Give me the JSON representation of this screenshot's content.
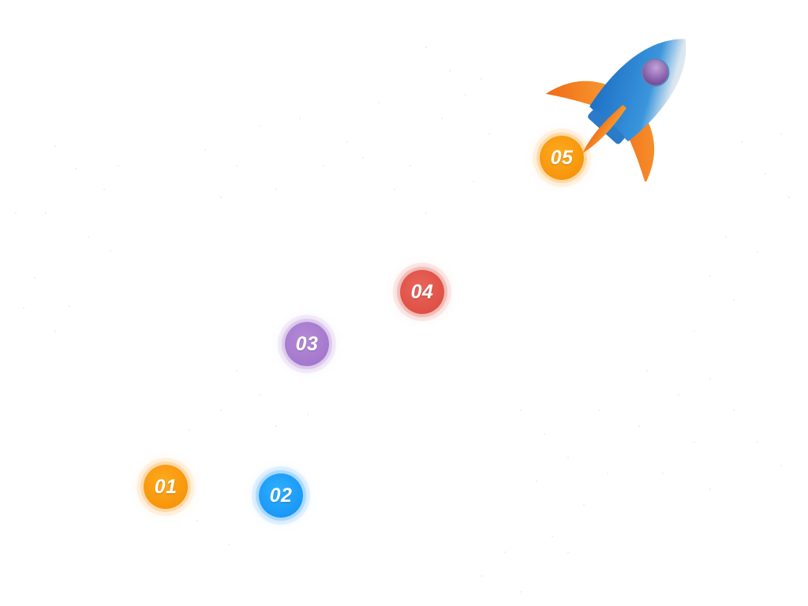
{
  "steps": [
    {
      "label": "01",
      "color": "#f7950b"
    },
    {
      "label": "02",
      "color": "#1a98f7"
    },
    {
      "label": "03",
      "color": "#a478cd"
    },
    {
      "label": "04",
      "color": "#df5147"
    },
    {
      "label": "05",
      "color": "#f7950b"
    }
  ],
  "rocket": {
    "icon": "rocket-icon",
    "colors": {
      "body": "#2a86d4",
      "nose": "#e8e8ea",
      "fins": "#f28a1c",
      "window": "#8a5aa8"
    }
  }
}
